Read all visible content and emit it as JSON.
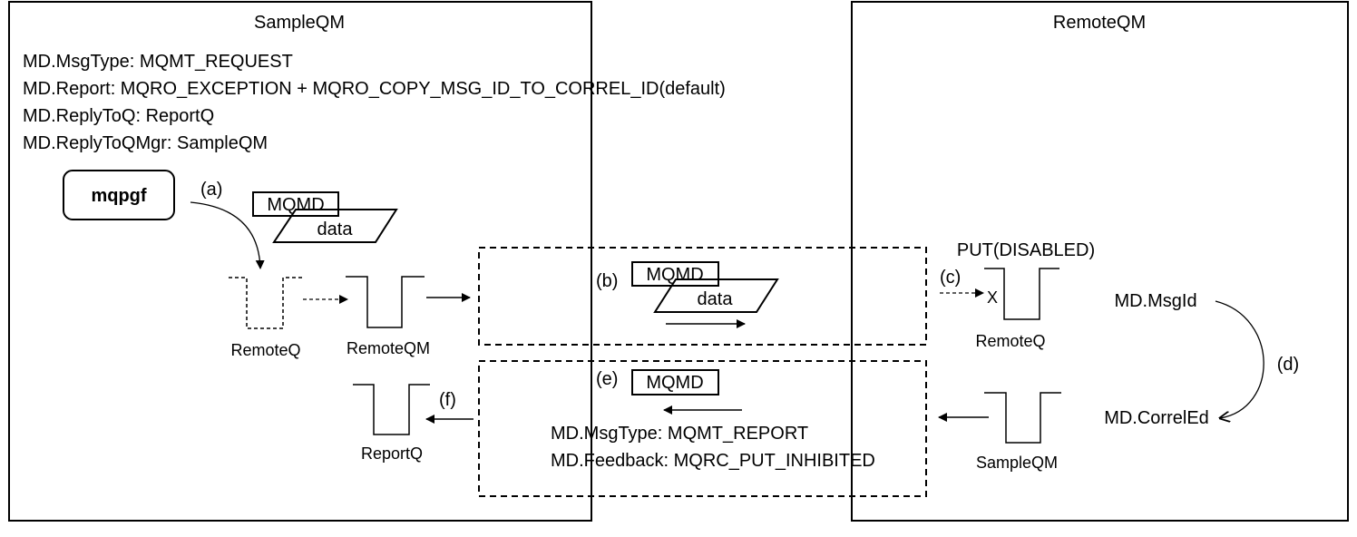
{
  "left_box": {
    "title": "SampleQM",
    "md_lines": [
      "MD.MsgType: MQMT_REQUEST",
      "MD.Report: MQRO_EXCEPTION + MQRO_COPY_MSG_ID_TO_CORREL_ID(default)",
      "MD.ReplyToQ: ReportQ",
      "MD.ReplyToQMgr: SampleQM"
    ],
    "app_name": "mqpgf",
    "msg_header": "MQMD",
    "msg_data": "data",
    "step_a": "(a)",
    "queue_remoteq": "RemoteQ",
    "queue_remoteqm": "RemoteQM",
    "queue_reportq": "ReportQ",
    "step_f": "(f)"
  },
  "right_box": {
    "title": "RemoteQM",
    "put_status": "PUT(DISABLED)",
    "step_c": "(c)",
    "blocked_mark": "X",
    "queue_remoteq": "RemoteQ",
    "queue_sampleqm": "SampleQM",
    "msgid": "MD.MsgId",
    "correlid": "MD.CorrelEd",
    "step_d": "(d)"
  },
  "channel_b": {
    "step": "(b)",
    "msg_header": "MQMD",
    "msg_data": "data"
  },
  "channel_e": {
    "step": "(e)",
    "msg_header": "MQMD",
    "msgtype": "MD.MsgType: MQMT_REPORT",
    "feedback": "MD.Feedback: MQRC_PUT_INHIBITED"
  }
}
